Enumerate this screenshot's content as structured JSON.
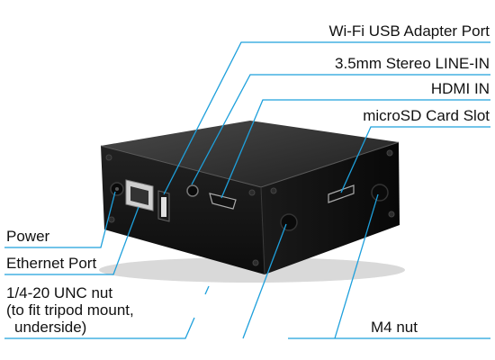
{
  "labels": {
    "wifi_usb": "Wi-Fi USB Adapter Port",
    "line_in": "3.5mm Stereo LINE-IN",
    "hdmi_in": "HDMI IN",
    "microsd": "microSD Card Slot",
    "power": "Power",
    "ethernet": "Ethernet Port",
    "unc_nut": [
      "1/4-20 UNC nut",
      "(to fit tripod mount,",
      "underside)"
    ],
    "m4_nut": "M4 nut"
  },
  "colors": {
    "leader_line": "#1ea0dc",
    "device_body": "#141414",
    "text": "#111111"
  }
}
